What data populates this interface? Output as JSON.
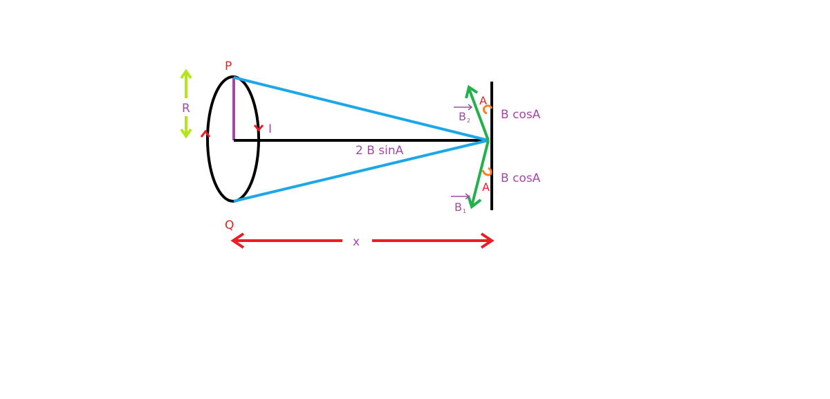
{
  "labels": {
    "p": "P",
    "q": "Q",
    "r": "R",
    "i": "I",
    "x": "x",
    "two_b_sin_a": "2 B sinA",
    "b_cos_a_top": "B cosA",
    "b_cos_a_bottom": "B cosA",
    "angle_top": "A",
    "angle_bottom": "A",
    "b2_letter": "B",
    "b2_sub": "2",
    "b1_letter": "B",
    "b1_sub": "1"
  },
  "colors": {
    "black": "#000000",
    "blue": "#1ea7e6",
    "green": "#22b14c",
    "red": "#ed1c24",
    "purple": "#a349a4",
    "yellow_green": "#b5e61d",
    "orange": "#ff7f27"
  }
}
